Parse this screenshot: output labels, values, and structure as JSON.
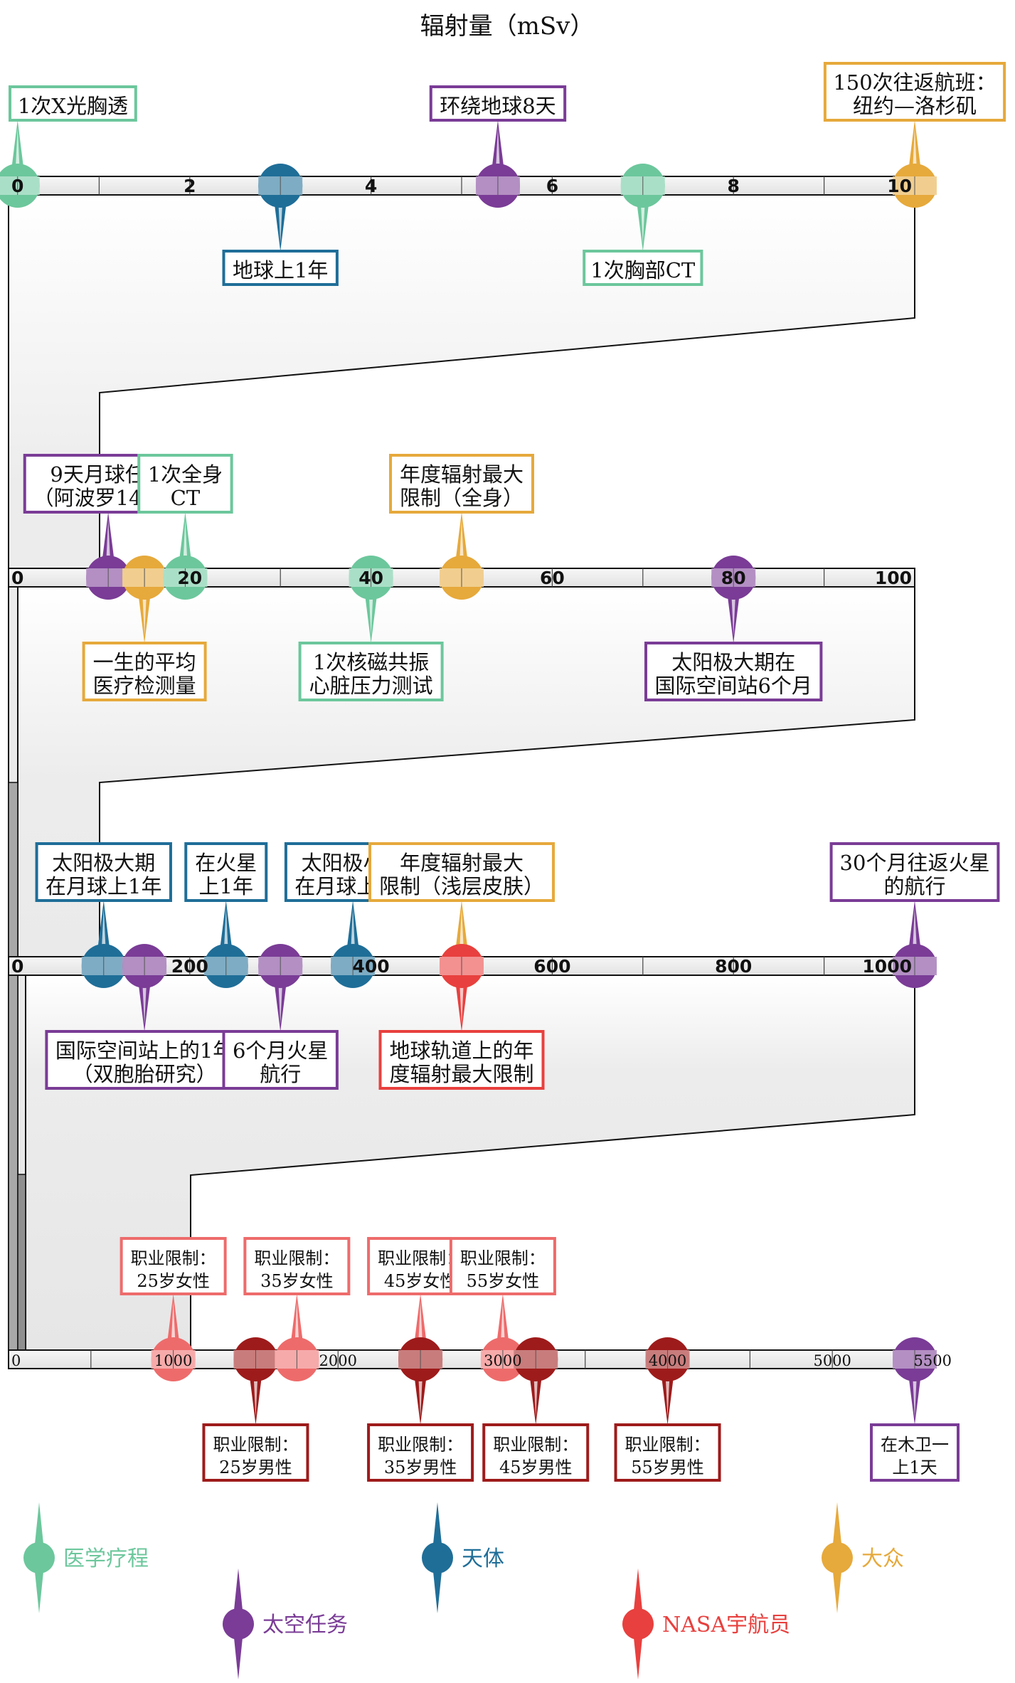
{
  "title": "辐射量（mSv）",
  "colors": {
    "medical": "#6cc79c",
    "celestial": "#1f6e98",
    "space": "#7a3c96",
    "public": "#e6a93b",
    "nasa_limit": "#ee6b6b",
    "nasa_dark": "#9e1b1b",
    "nasa_red": "#e8403e"
  },
  "scales": [
    {
      "ticks": [
        "0",
        "2",
        "4",
        "6",
        "8",
        "10"
      ],
      "tick_values": [
        0,
        2,
        4,
        6,
        8,
        10
      ],
      "range": [
        0,
        10
      ],
      "markers": [
        {
          "value": 0.1,
          "category": "medical",
          "side": "above",
          "lines": [
            "1次X光胸透"
          ]
        },
        {
          "value": 3,
          "category": "celestial",
          "side": "below",
          "lines": [
            "地球上1年"
          ]
        },
        {
          "value": 5.4,
          "category": "space",
          "side": "above",
          "lines": [
            "环绕地球8天"
          ]
        },
        {
          "value": 7,
          "category": "medical",
          "side": "below",
          "lines": [
            "1次胸部CT"
          ]
        },
        {
          "value": 10,
          "category": "public",
          "side": "above",
          "lines": [
            "150次往返航班：",
            "纽约—洛杉矶"
          ]
        }
      ]
    },
    {
      "ticks": [
        "0",
        "20",
        "40",
        "60",
        "80",
        "100"
      ],
      "tick_values": [
        0,
        20,
        40,
        60,
        80,
        100
      ],
      "range": [
        0,
        100
      ],
      "markers": [
        {
          "value": 11,
          "category": "space",
          "side": "above",
          "lines": [
            "9天月球任务",
            "（阿波罗14号）"
          ]
        },
        {
          "value": 15,
          "category": "public",
          "side": "below",
          "lines": [
            "一生的平均",
            "医疗检测量"
          ]
        },
        {
          "value": 19.5,
          "category": "medical",
          "side": "above",
          "lines": [
            "1次全身",
            "CT"
          ]
        },
        {
          "value": 40,
          "category": "medical",
          "side": "below",
          "lines": [
            "1次核磁共振",
            "心脏压力测试"
          ]
        },
        {
          "value": 50,
          "category": "public",
          "side": "above",
          "lines": [
            "年度辐射最大",
            "限制（全身）"
          ]
        },
        {
          "value": 80,
          "category": "space",
          "side": "below",
          "lines": [
            "太阳极大期在",
            "国际空间站6个月"
          ]
        }
      ]
    },
    {
      "ticks": [
        "0",
        "200",
        "400",
        "600",
        "800",
        "1000"
      ],
      "tick_values": [
        0,
        200,
        400,
        600,
        800,
        1000
      ],
      "range": [
        0,
        1000
      ],
      "markers": [
        {
          "value": 105,
          "category": "celestial",
          "side": "above",
          "lines": [
            "太阳极大期",
            "在月球上1年"
          ]
        },
        {
          "value": 150,
          "category": "space",
          "side": "below",
          "lines": [
            "国际空间站上的1年",
            "（双胞胎研究）"
          ]
        },
        {
          "value": 240,
          "category": "celestial",
          "side": "above",
          "lines": [
            "在火星",
            "上1年"
          ]
        },
        {
          "value": 300,
          "category": "space",
          "side": "below",
          "lines": [
            "6个月火星",
            "航行"
          ]
        },
        {
          "value": 380,
          "category": "celestial",
          "side": "above",
          "lines": [
            "太阳极小期",
            "在月球上1年"
          ]
        },
        {
          "value": 500,
          "category": "public",
          "side": "above",
          "lines": [
            "年度辐射最大",
            "限制（浅层皮肤）"
          ]
        },
        {
          "value": 500,
          "category": "nasa_red",
          "side": "below",
          "lines": [
            "地球轨道上的年",
            "度辐射最大限制"
          ]
        },
        {
          "value": 1000,
          "category": "space",
          "side": "above",
          "lines": [
            "30个月往返火星",
            "的航行"
          ]
        }
      ]
    },
    {
      "ticks": [
        "0",
        "1000",
        "2000",
        "3000",
        "4000",
        "5000",
        "5500"
      ],
      "tick_values": [
        0,
        1000,
        2000,
        3000,
        4000,
        5000,
        5500
      ],
      "range": [
        0,
        5500
      ],
      "markers": [
        {
          "value": 1000,
          "category": "nasa_limit",
          "side": "above",
          "lines": [
            "职业限制：",
            "25岁女性"
          ]
        },
        {
          "value": 1500,
          "category": "nasa_dark",
          "side": "below",
          "lines": [
            "职业限制：",
            "25岁男性"
          ]
        },
        {
          "value": 1750,
          "category": "nasa_limit",
          "side": "above",
          "lines": [
            "职业限制：",
            "35岁女性"
          ]
        },
        {
          "value": 2500,
          "category": "nasa_limit",
          "side": "above",
          "lines": [
            "职业限制：",
            "45岁女性"
          ]
        },
        {
          "value": 2500,
          "category": "nasa_dark",
          "side": "below",
          "lines": [
            "职业限制：",
            "35岁男性"
          ]
        },
        {
          "value": 3000,
          "category": "nasa_limit",
          "side": "above",
          "lines": [
            "职业限制：",
            "55岁女性"
          ]
        },
        {
          "value": 3200,
          "category": "nasa_dark",
          "side": "below",
          "lines": [
            "职业限制：",
            "45岁男性"
          ]
        },
        {
          "value": 4000,
          "category": "nasa_dark",
          "side": "below",
          "lines": [
            "职业限制：",
            "55岁男性"
          ]
        },
        {
          "value": 5500,
          "category": "space",
          "side": "below",
          "lines": [
            "在木卫一",
            "上1天"
          ]
        }
      ]
    }
  ],
  "legend": [
    {
      "label": "医学疗程",
      "category": "medical"
    },
    {
      "label": "天体",
      "category": "celestial"
    },
    {
      "label": "大众",
      "category": "public"
    },
    {
      "label": "太空任务",
      "category": "space"
    },
    {
      "label": "NASA宇航员",
      "category": "nasa_red"
    }
  ]
}
